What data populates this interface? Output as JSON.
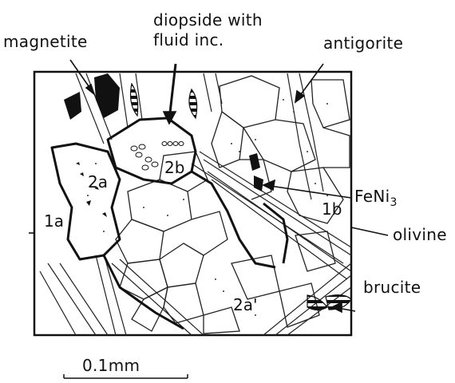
{
  "labels": {
    "magnetite": "magnetite",
    "diopside_line1": "diopside with",
    "diopside_line2": "fluid inc.",
    "antigorite": "antigorite",
    "fenin_base": "FeNi",
    "fenin_sub": "3",
    "olivine": "olivine",
    "brucite": "brucite"
  },
  "grain_labels": {
    "g1": "2a",
    "g2": "2b",
    "g3": "1a",
    "g4": "1b",
    "g5": "2a'"
  },
  "scale_bar": {
    "label": "0.1mm"
  }
}
